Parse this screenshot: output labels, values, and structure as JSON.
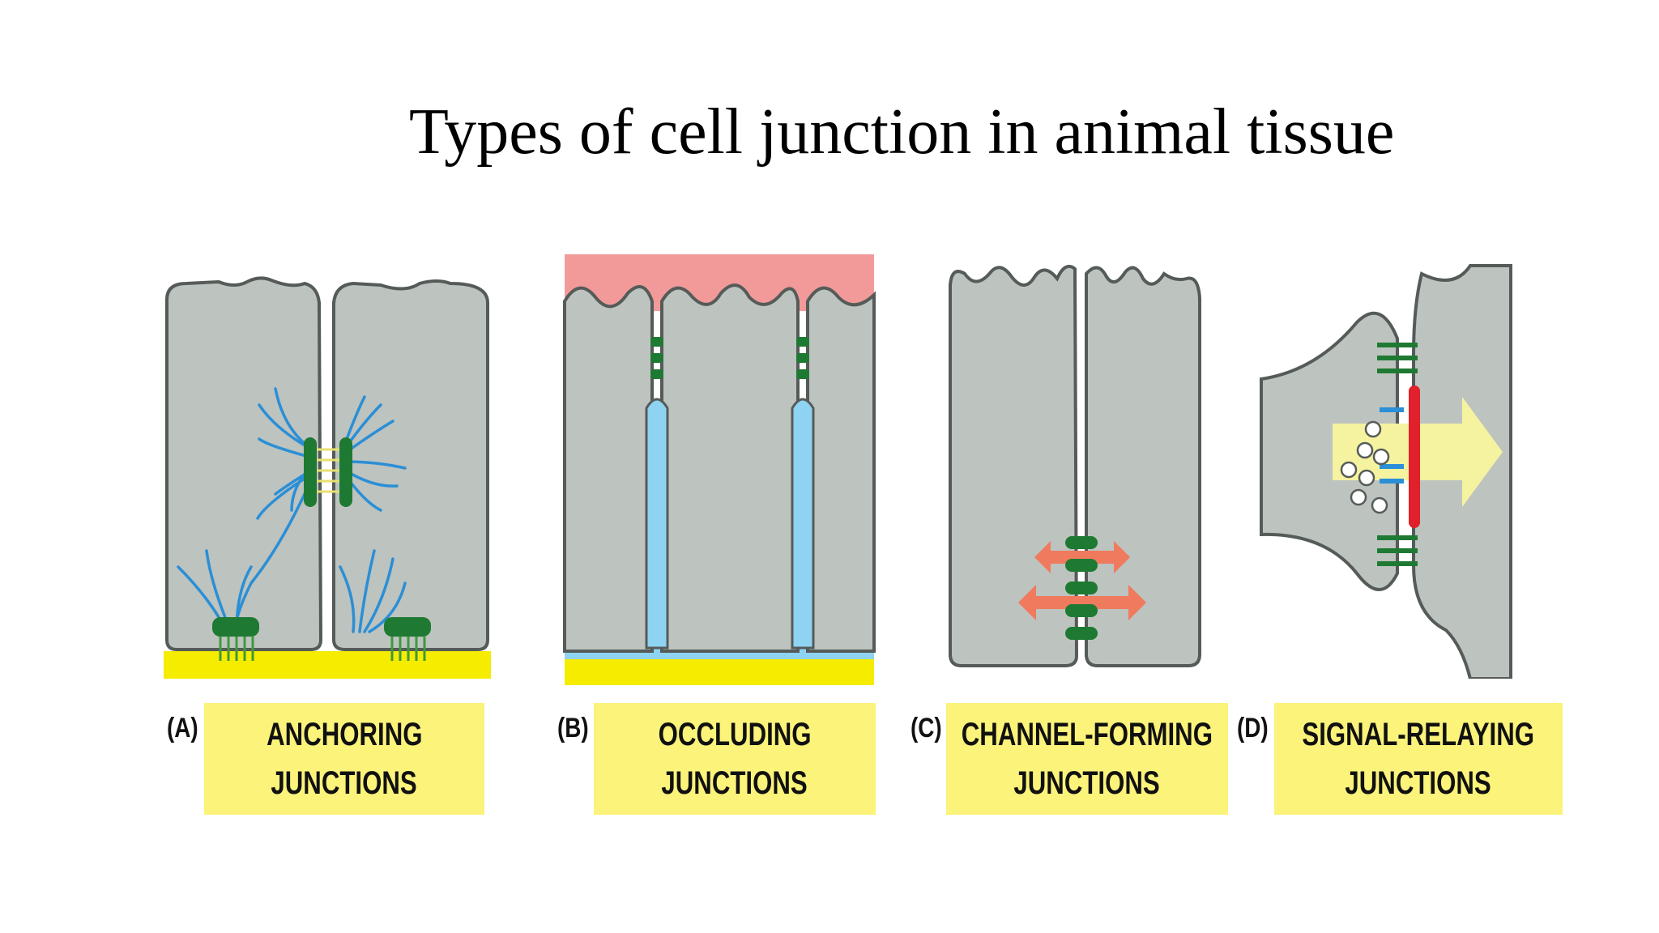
{
  "title": "Types of cell junction in animal tissue",
  "panels": [
    {
      "letter": "(A)",
      "line1": "ANCHORING",
      "line2": "JUNCTIONS"
    },
    {
      "letter": "(B)",
      "line1": "OCCLUDING",
      "line2": "JUNCTIONS"
    },
    {
      "letter": "(C)",
      "line1": "CHANNEL-FORMING",
      "line2": "JUNCTIONS"
    },
    {
      "letter": "(D)",
      "line1": "SIGNAL-RELAYING",
      "line2": "JUNCTIONS"
    }
  ],
  "colors": {
    "cell": "#bdc3bf",
    "outline": "#555b58",
    "junction": "#1e7a32",
    "filament": "#2a8fd6",
    "basal_lamina": "#f5ec00",
    "lumen": "#f29a9a",
    "intercellular_space": "#8fd3f2",
    "channel_arrow": "#f07a5e",
    "signal_arrow": "#f5f2a0",
    "receptor": "#e0202a",
    "label_box": "#fbf37a"
  }
}
